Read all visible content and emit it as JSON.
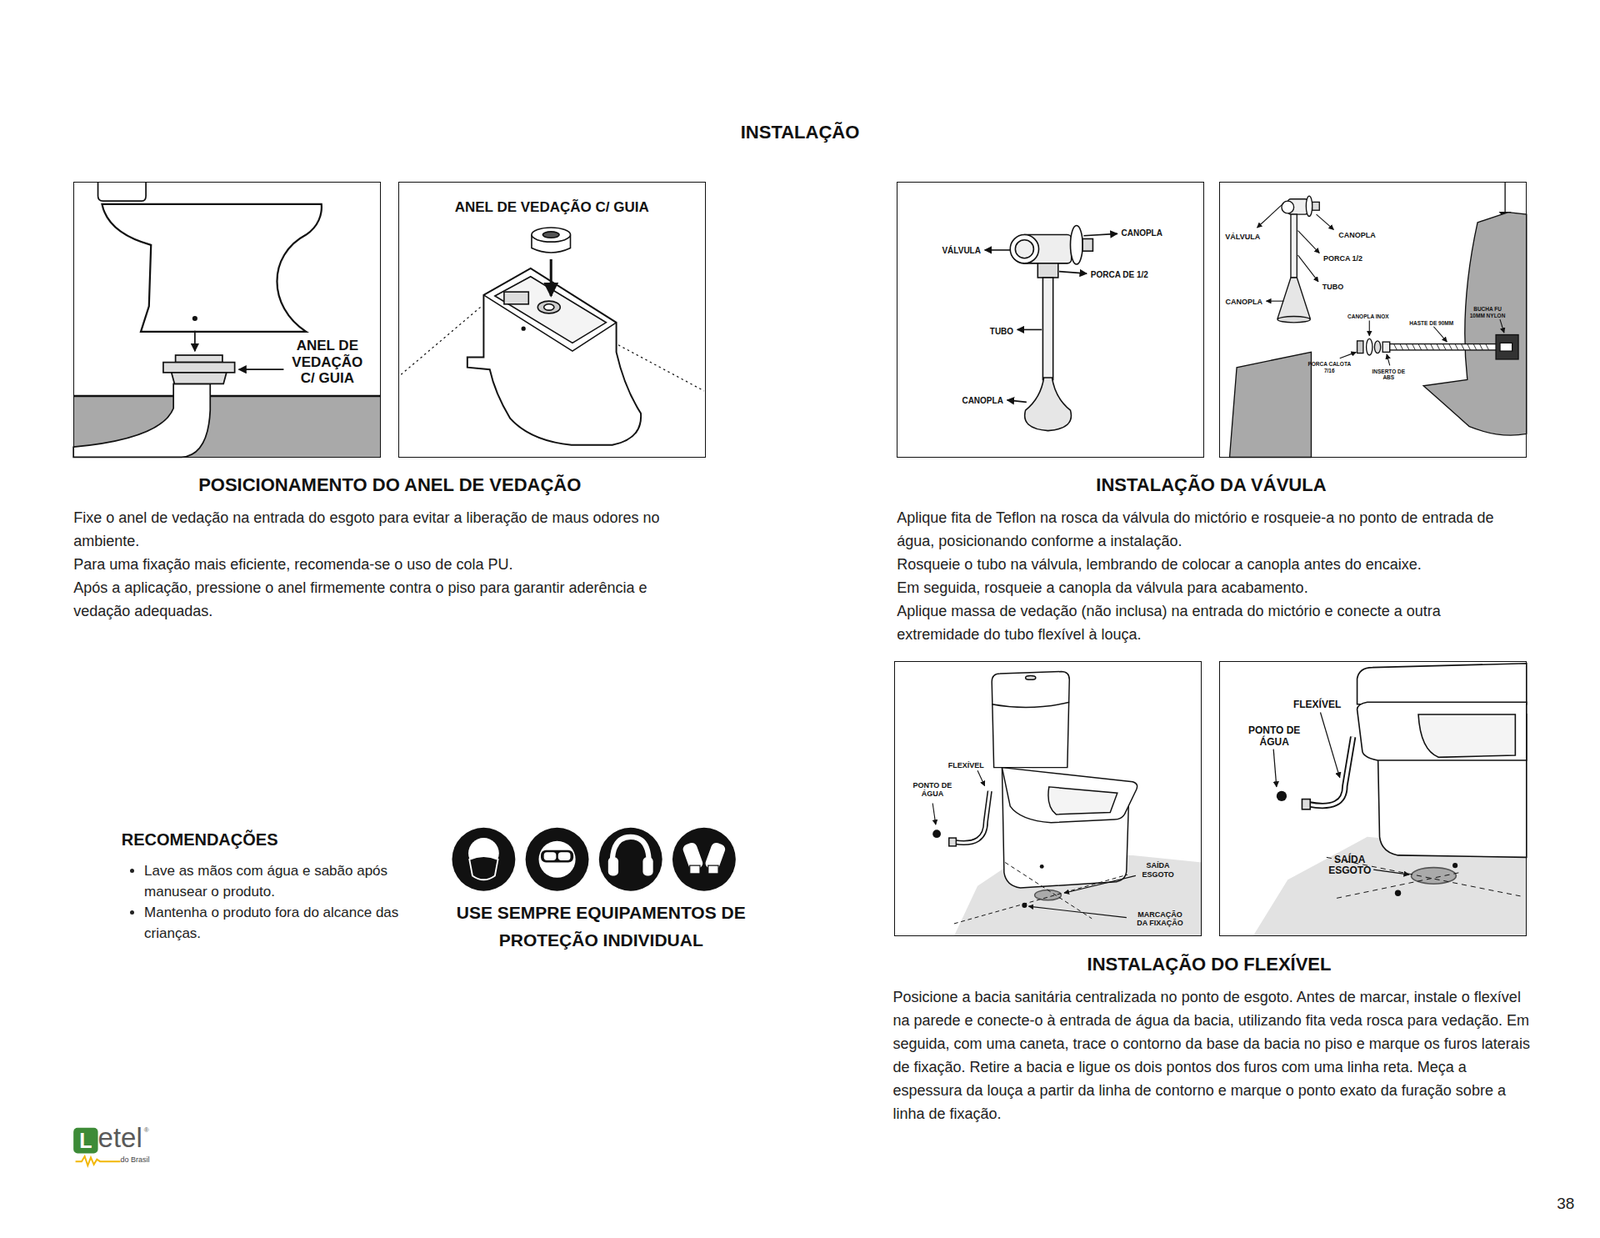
{
  "diagram": {
    "title": "INSTALAÇÃO",
    "nodes": [
      {
        "text": [
          "ANEL DE VEDAÇÃO C/ GUIA"
        ]
      },
      {
        "text": [
          "ANEL DE VEDAÇÃO C/ GUIA"
        ]
      },
      {
        "text": [
          "CANOPLA",
          "VÁLVULA",
          "PORCA DE 1/2",
          "TUBO",
          "CANOPLA"
        ]
      },
      {
        "text": [
          "VÁLVULA",
          "CANOPLA",
          "PORCA 1/2",
          "TUBO",
          "CANOPLA",
          "CANOPLA INOX",
          "HASTE DE 90MM",
          "BUCHA FU 10MM NYLON",
          "PORCA CALOTA 7/16",
          "INSERTO DE ABS"
        ]
      },
      {
        "text": [
          "FLEXÍVEL",
          "PONTO DE ÁGUA",
          "SAÍDA ESGOTO",
          "MARCAÇÃO DA FIXAÇÃO"
        ]
      },
      {
        "text": [
          "FLEXÍVEL",
          "PONTO DE ÁGUA",
          "SAÍDA ESGOTO"
        ]
      }
    ],
    "labels": [
      "POSICIONAMENTO DO ANEL DE VEDAÇÃO",
      "Fixe o anel de vedação na entrada do esgoto para evitar a liberação de maus odores no ambiente.",
      "Para uma fixação mais eficiente, recomenda-se o uso de cola PU.",
      "Após a aplicação, pressione o anel firmemente contra o piso para garantir aderência e vedação adequadas.",
      "INSTALAÇÃO DA VÁVULA",
      "Aplique fita de Teflon na rosca da válvula do mictório e rosqueie-a no ponto de entrada de água, posicionando conforme a instalação.",
      "Rosqueie o tubo na válvula, lembrando de colocar a canopla antes do encaixe.",
      "Em seguida, rosqueie a canopla da válvula para acabamento.",
      "Aplique massa de vedação (não inclusa) na entrada do mictório e conecte a outra extremidade do tubo flexível à louça.",
      "INSTALAÇÃO DO FLEXÍVEL",
      "Posicione a bacia sanitária centralizada no ponto de esgoto. Antes de marcar, instale o flexível na parede e conecte-o à entrada de água da bacia, utilizando fita veda rosca para vedação. Em seguida, com uma caneta, trace o contorno da base da bacia no piso e marque os furos laterais de fixação. Retire a bacia e ligue os dois pontos dos furos com uma linha reta. Meça a espessura da louça a partir da linha de contorno e marque o ponto exato da furação sobre a linha de fixação.",
      "RECOMENDAÇÕES",
      "Lave as mãos com água e sabão após manusear o produto.",
      "Mantenha o produto fora do alcance das crianças.",
      "USE SEMPRE EQUIPAMENTOS DE PROTEÇÃO INDIVIDUAL",
      "L",
      "etel",
      "®",
      "do Brasil",
      "38"
    ]
  }
}
